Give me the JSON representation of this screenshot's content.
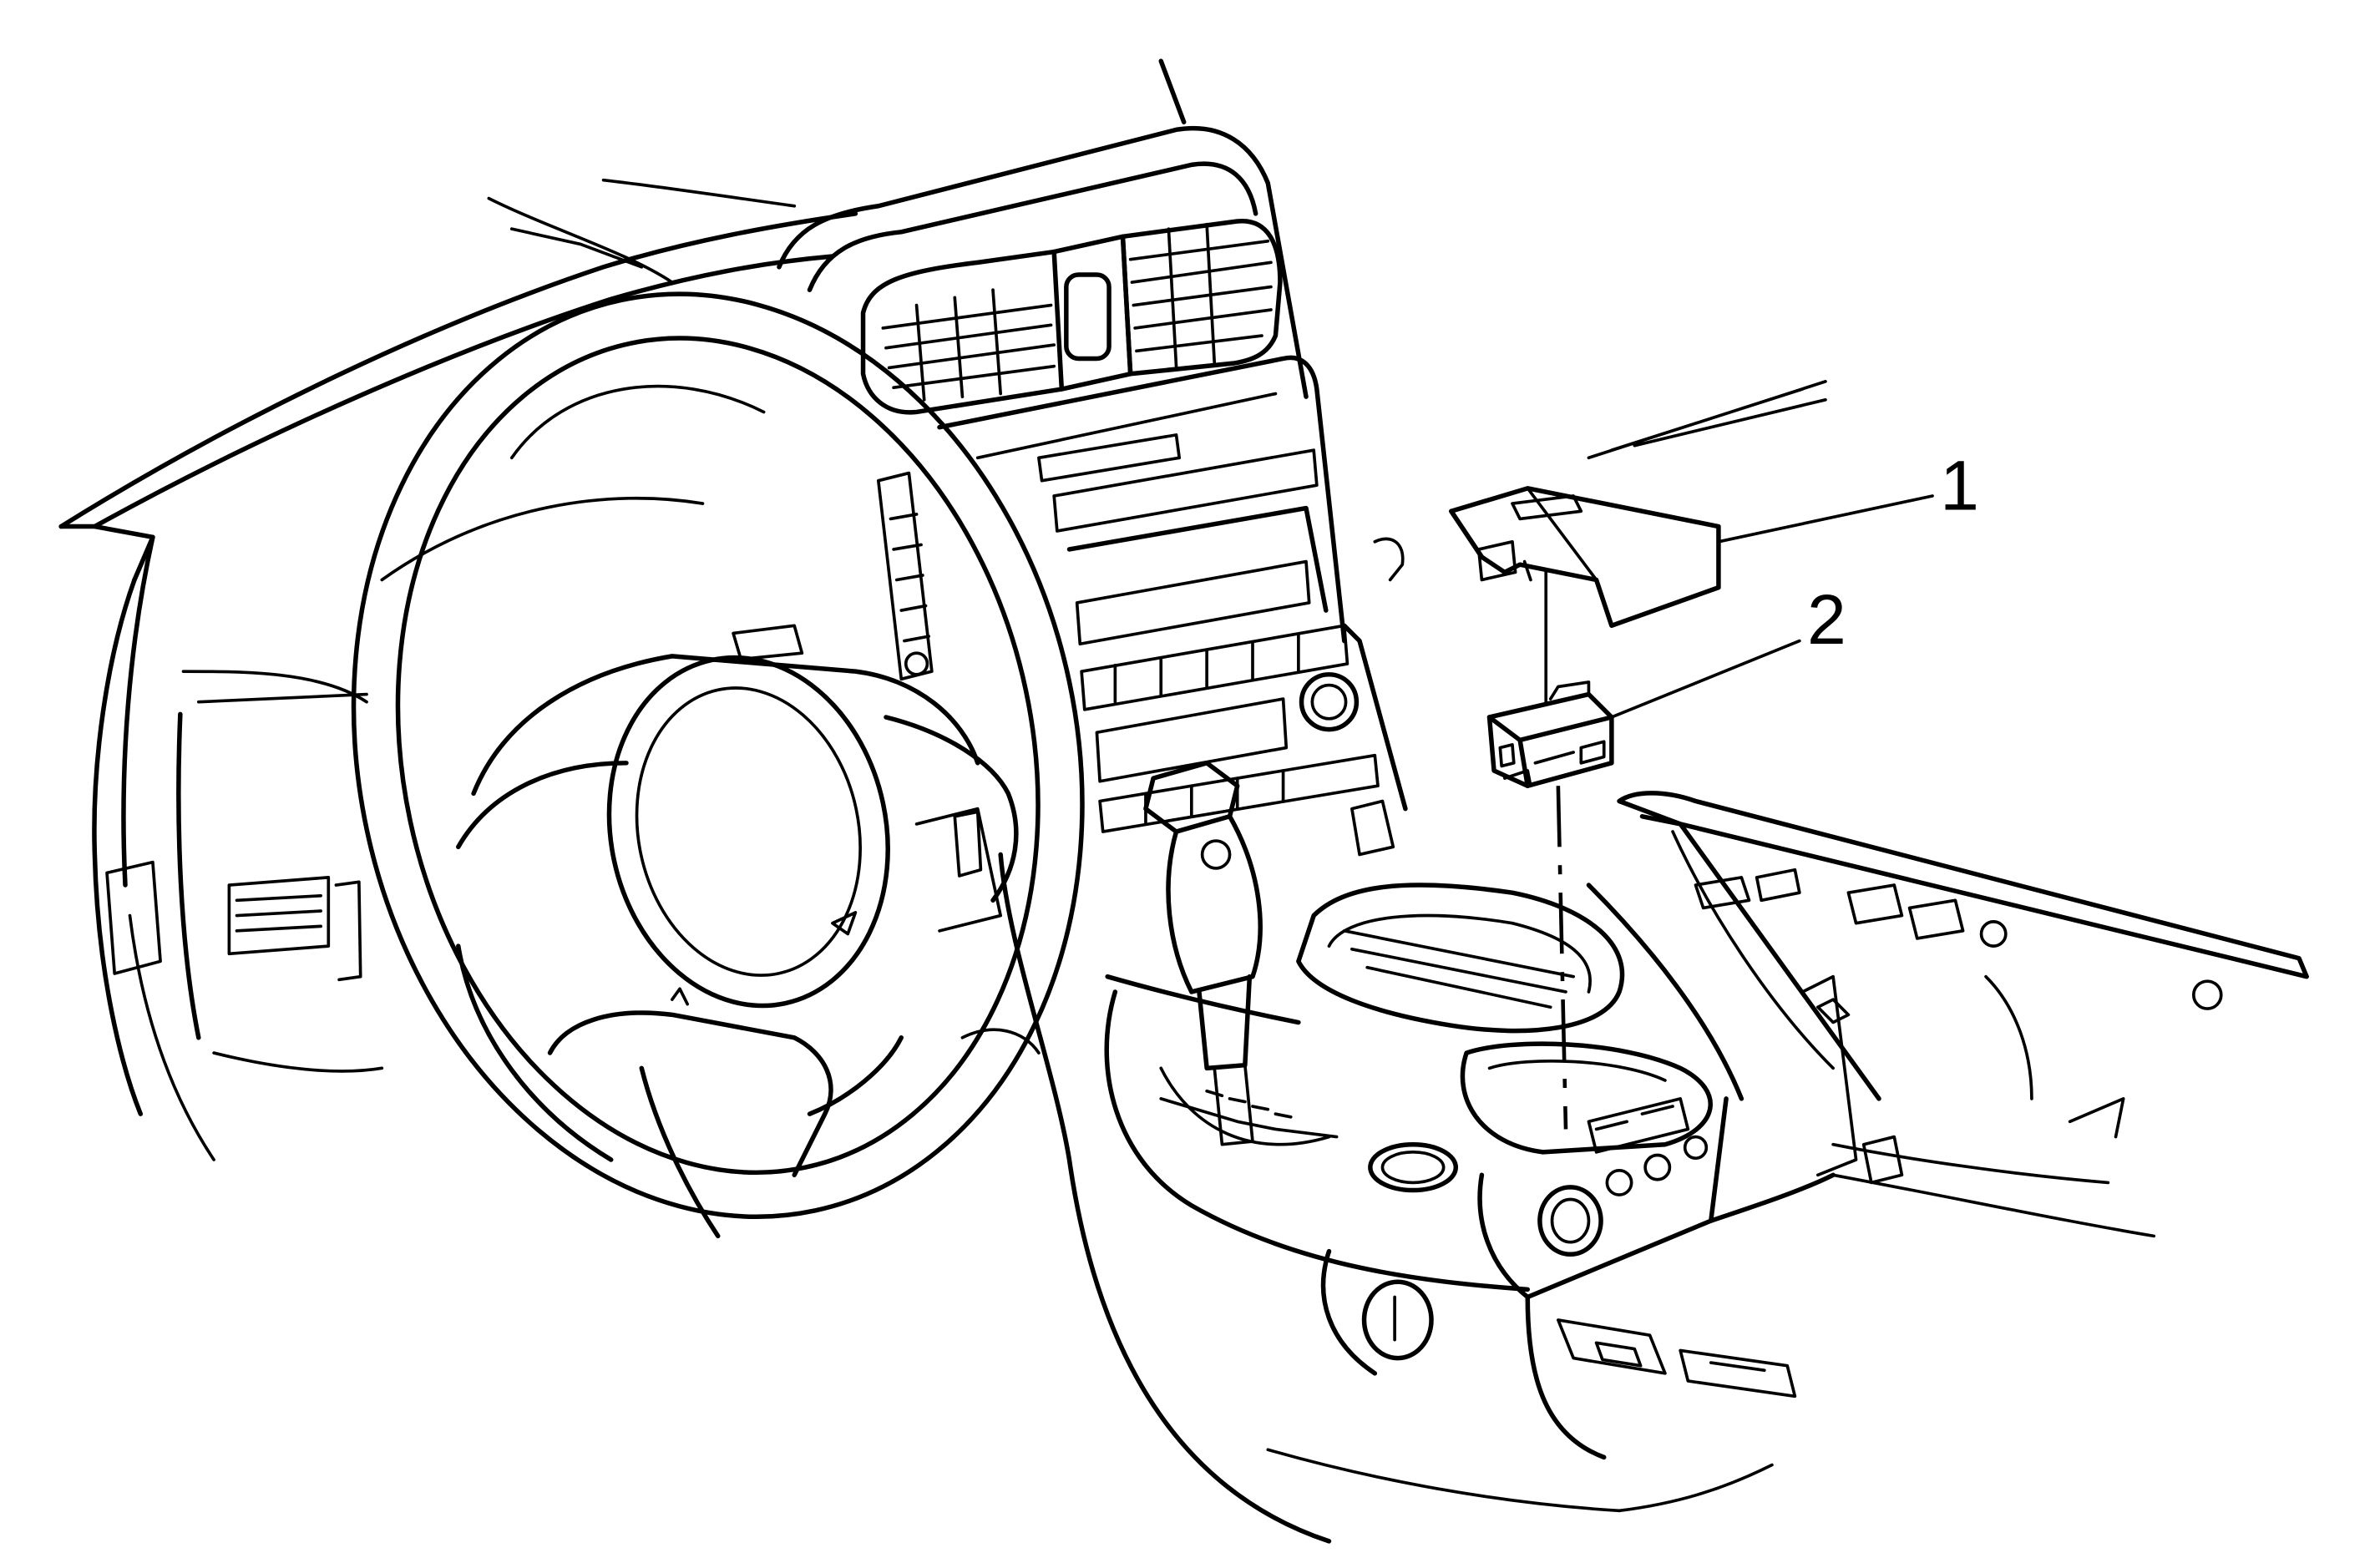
{
  "callouts": [
    {
      "id": "1",
      "label": "1"
    },
    {
      "id": "2",
      "label": "2"
    }
  ],
  "colors": {
    "ink": "#000000",
    "paper": "#ffffff"
  },
  "icons": [
    "steering-wheel-icon",
    "airbag-cover-icon",
    "shift-lever-icon",
    "radio-head-unit-icon",
    "air-vent-icon",
    "cup-holder-icon",
    "power-outlet-icon",
    "console-bezel-icon",
    "module-icon"
  ]
}
